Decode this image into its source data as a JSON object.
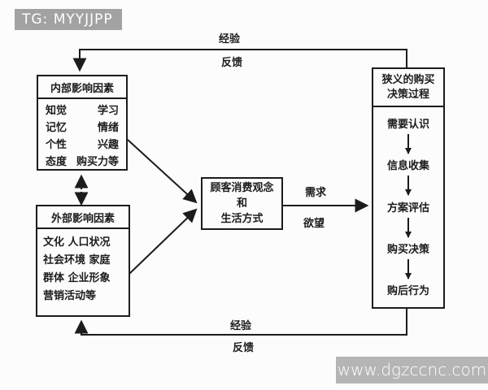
{
  "badges": {
    "tg": "TG: MYYJJPP",
    "site": "www.dgzccnc.com"
  },
  "colors": {
    "line": "#1c1c1c",
    "badge_top_bg": "#a2a2a2",
    "badge_bottom_bg": "#b5b5b5",
    "badge_text": "#ffffff",
    "background": "#fcfcfc"
  },
  "loops": {
    "top": {
      "experience": "经验",
      "feedback": "反馈"
    },
    "bottom": {
      "experience": "经验",
      "feedback": "反馈"
    }
  },
  "internal_box": {
    "title": "内部影响因素",
    "rows": [
      [
        "知觉",
        "学习"
      ],
      [
        "记忆",
        "情绪"
      ],
      [
        "个性",
        "兴趣"
      ],
      [
        "态度",
        "购买力等"
      ]
    ]
  },
  "external_box": {
    "title": "外部影响因素",
    "lines": [
      "文化 人口状况",
      "社会环境 家庭",
      "群体 企业形象",
      "营销活动等"
    ]
  },
  "middle_box": {
    "lines": [
      "顾客消费观念",
      "和",
      "生活方式"
    ]
  },
  "flow_labels": {
    "demand": "需求",
    "desire": "欲望"
  },
  "right_box": {
    "title_lines": [
      "狭义的购买",
      "决策过程"
    ],
    "steps": [
      "需要认识",
      "信息收集",
      "方案评估",
      "购买决策",
      "购后行为"
    ]
  }
}
